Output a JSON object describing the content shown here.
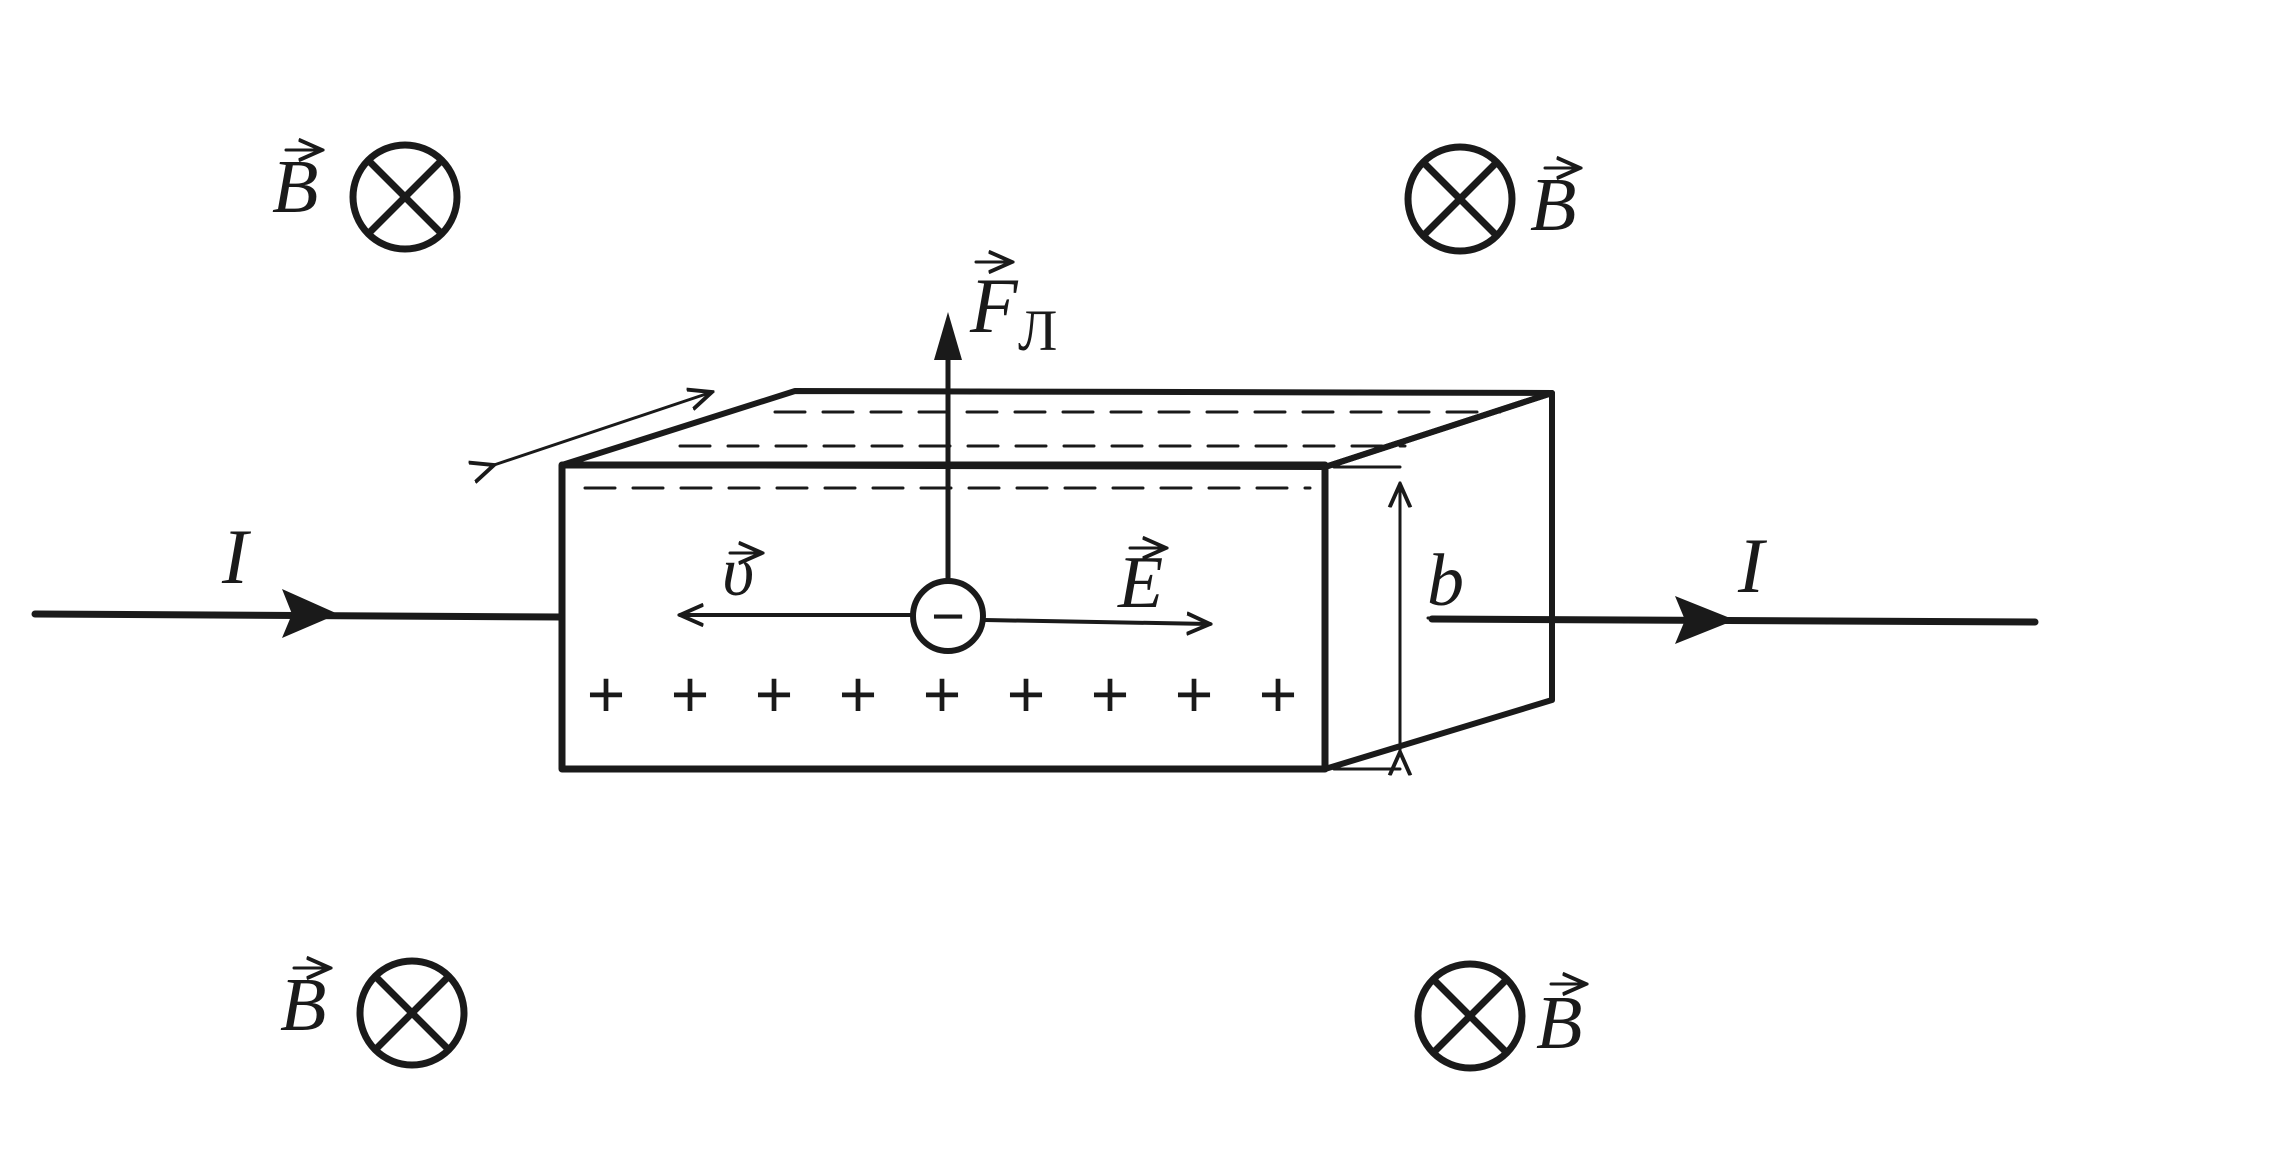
{
  "labels": {
    "field": "B",
    "current": "I",
    "force": "F",
    "force_subscript": "Л",
    "velocity": "υ",
    "electric_field": "E",
    "height": "b"
  },
  "charges": {
    "positive_symbol": "+",
    "positive_count": 9,
    "electron_symbol": "−"
  },
  "colors": {
    "ink": "#1a1a1a",
    "background": "#ffffff"
  },
  "icons": {
    "field_marker": "circled-cross-icon"
  }
}
